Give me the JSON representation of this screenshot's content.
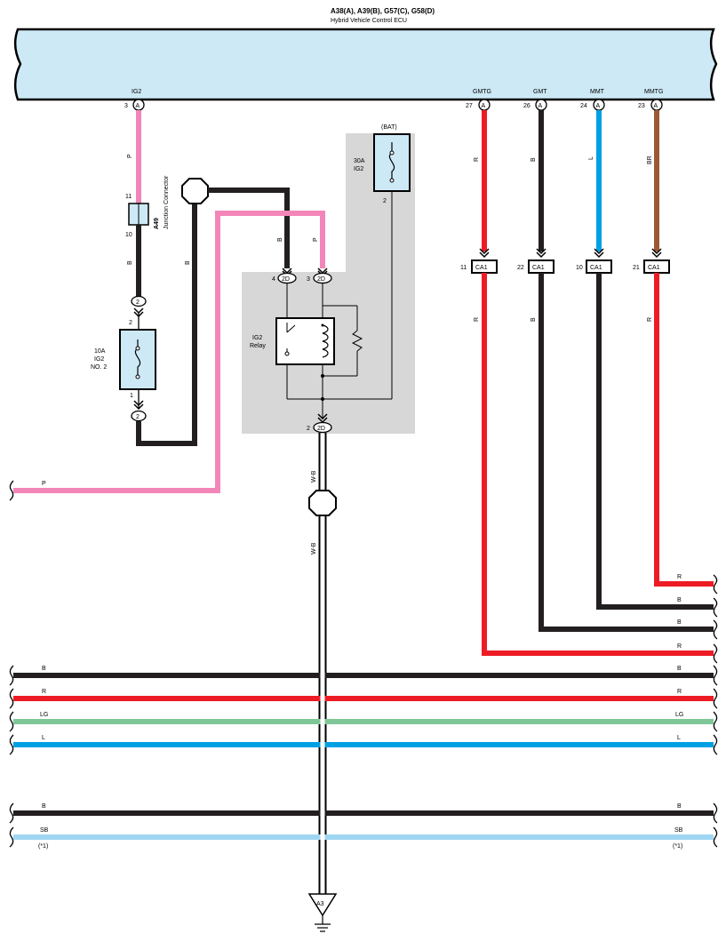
{
  "ecu": {
    "connectors": "A38(A), A39(B), G57(C), G58(D)",
    "name": "Hybrid Vehicle Control ECU",
    "pins": [
      {
        "num": "3",
        "conn": "A",
        "signal": "IG2",
        "wire": "P"
      },
      {
        "num": "27",
        "conn": "A",
        "signal": "GMTG",
        "wire": "R"
      },
      {
        "num": "26",
        "conn": "A",
        "signal": "GMT",
        "wire": "B"
      },
      {
        "num": "24",
        "conn": "A",
        "signal": "MMT",
        "wire": "L"
      },
      {
        "num": "23",
        "conn": "A",
        "signal": "MMTG",
        "wire": "BR"
      }
    ]
  },
  "junction": {
    "id": "A49",
    "name": "Junction Connector",
    "pin_top": "11",
    "pin_bottom": "10",
    "wire_below": "B"
  },
  "fuse_ig2no2": {
    "rating": "10A",
    "line2": "IG2",
    "line3": "NO. 2",
    "pin_top": "2",
    "pin_bottom": "1",
    "conn_top": "2",
    "conn_bottom": "2",
    "wire_up": "B"
  },
  "fuse_ig2": {
    "source": "(BAT)",
    "rating": "30A",
    "line2": "IG2",
    "pin": "2"
  },
  "relay": {
    "line1": "IG2",
    "line2": "Relay",
    "pin4": "4",
    "pin3": "3",
    "pin2": "2",
    "conn": "2D",
    "wire4": "B",
    "wire3": "P"
  },
  "ca1": {
    "label": "CA1",
    "pins": [
      {
        "num": "11",
        "wire": "R"
      },
      {
        "num": "22",
        "wire": "B"
      },
      {
        "num": "10",
        "wire": "B"
      },
      {
        "num": "21",
        "wire": "R"
      }
    ]
  },
  "ground": {
    "label": "A3",
    "wire1": "W-B",
    "wire2": "W-B"
  },
  "left_wire": {
    "label": "P"
  },
  "right_wires": [
    {
      "label": "R"
    },
    {
      "label": "B"
    },
    {
      "label": "B"
    },
    {
      "label": "R"
    }
  ],
  "bus": [
    {
      "label": "B",
      "color": "#231f20"
    },
    {
      "label": "R",
      "color": "#ed1c24"
    },
    {
      "label": "LG",
      "color": "#7fc796"
    },
    {
      "label": "L",
      "color": "#00a0e3"
    },
    {
      "label": "B",
      "color": "#231f20"
    },
    {
      "label": "SB",
      "color": "#9fd7f2"
    }
  ],
  "note": "(*1)",
  "colors": {
    "ecu_fill": "#cde9f6",
    "P": "#f386b8",
    "B": "#231f20",
    "R": "#ed1c24",
    "L": "#00a0e3",
    "BR": "#9b5a34",
    "shade": "#d7d7d7"
  }
}
